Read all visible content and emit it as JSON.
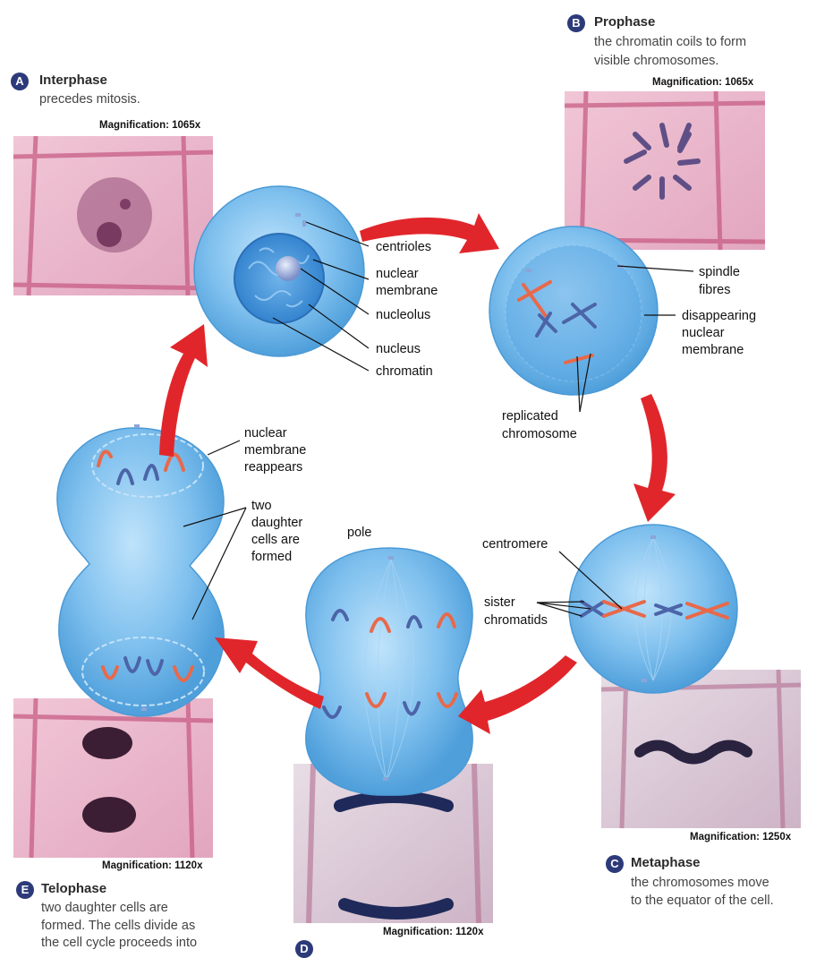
{
  "stages": {
    "A": {
      "letter": "A",
      "title": "Interphase",
      "desc": [
        "precedes mitosis."
      ],
      "magnification": "Magnification: 1065x"
    },
    "B": {
      "letter": "B",
      "title": "Prophase",
      "desc": [
        "the chromatin coils to form",
        "visible chromosomes."
      ],
      "magnification": "Magnification: 1065x"
    },
    "C": {
      "letter": "C",
      "title": "Metaphase",
      "desc": [
        "the chromosomes move",
        "to the equator of the cell."
      ],
      "magnification": "Magnification: 1250x"
    },
    "D": {
      "letter": "D",
      "magnification": "Magnification: 1120x"
    },
    "E": {
      "letter": "E",
      "title": "Telophase",
      "desc": [
        "two daughter cells are",
        "formed. The cells divide as",
        "the cell cycle proceeds into"
      ],
      "magnification": "Magnification: 1120x"
    }
  },
  "labels": {
    "centrioles": "centrioles",
    "nuclear_membrane": [
      "nuclear",
      "membrane"
    ],
    "nucleolus": "nucleolus",
    "nucleus": "nucleus",
    "chromatin": "chromatin",
    "spindle_fibres": [
      "spindle",
      "fibres"
    ],
    "disappearing_nuclear_membrane": [
      "disappearing",
      "nuclear",
      "membrane"
    ],
    "replicated_chromosome": [
      "replicated",
      "chromosome"
    ],
    "centromere": "centromere",
    "sister_chromatids": [
      "sister",
      "chromatids"
    ],
    "pole": "pole",
    "nuclear_membrane_reappears": [
      "nuclear",
      "membrane",
      "reappears"
    ],
    "two_daughter_cells": [
      "two",
      "daughter",
      "cells are",
      "formed"
    ]
  },
  "colors": {
    "badge": "#2d3a7a",
    "arrow": "#e1262b",
    "cell": "#6fb7ea",
    "tissue": "#e9b3c8",
    "chrom_orange": "#e8694a",
    "chrom_blue": "#4c64a8"
  }
}
